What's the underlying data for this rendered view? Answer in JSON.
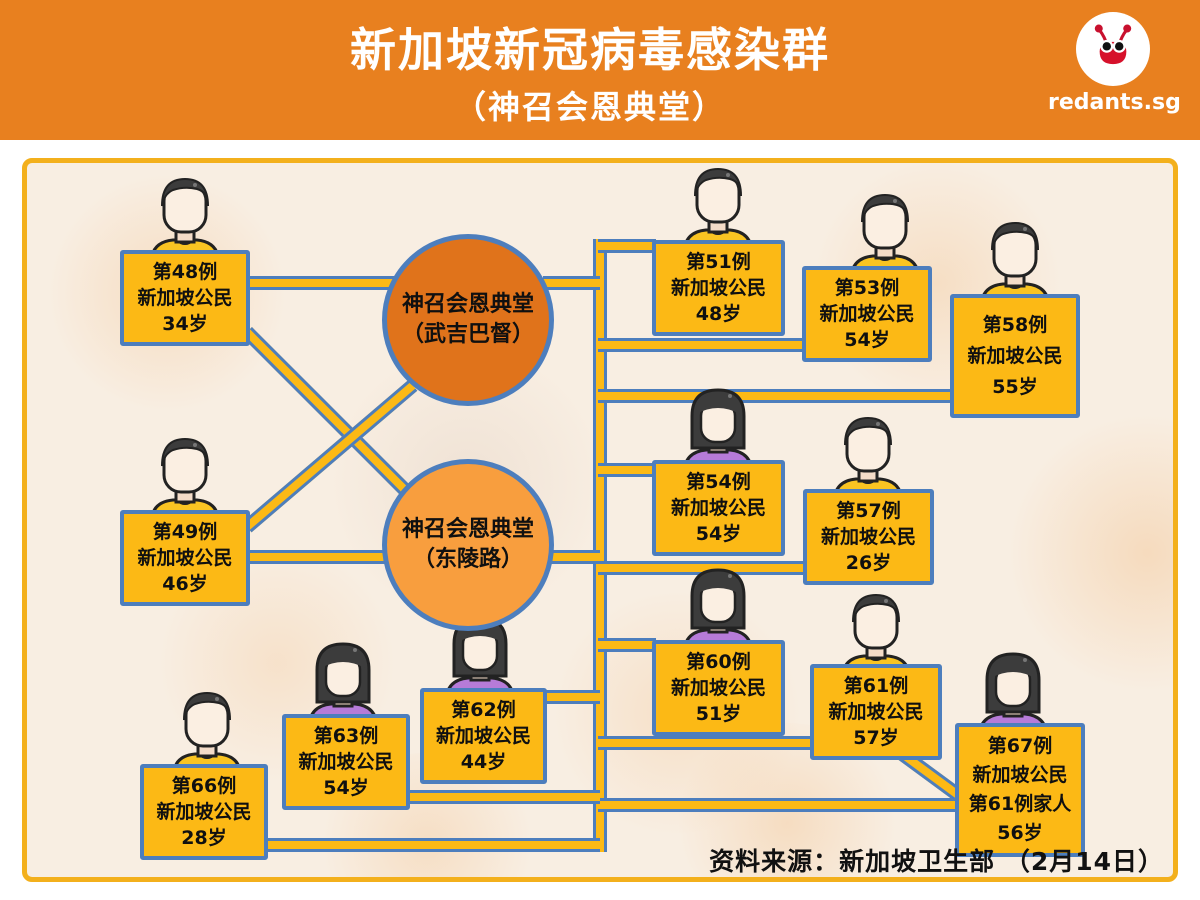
{
  "header": {
    "title": "新加坡新冠病毒感染群",
    "subtitle": "（神召会恩典堂）",
    "brand": "redants.sg"
  },
  "clusters": {
    "bukit": {
      "name": "神召会恩典堂",
      "branch": "（武吉巴督）"
    },
    "tanglin": {
      "name": "神召会恩典堂",
      "branch": "（东陵路）"
    }
  },
  "cases": {
    "c48": {
      "gender": "male",
      "lines": [
        "第48例",
        "新加坡公民",
        "34岁"
      ]
    },
    "c49": {
      "gender": "male",
      "lines": [
        "第49例",
        "新加坡公民",
        "46岁"
      ]
    },
    "c51": {
      "gender": "male",
      "lines": [
        "第51例",
        "新加坡公民",
        "48岁"
      ]
    },
    "c53": {
      "gender": "male",
      "lines": [
        "第53例",
        "新加坡公民",
        "54岁"
      ]
    },
    "c58": {
      "gender": "male",
      "lines": [
        "第58例",
        "新加坡公民",
        "55岁"
      ]
    },
    "c54": {
      "gender": "female",
      "lines": [
        "第54例",
        "新加坡公民",
        "54岁"
      ]
    },
    "c57": {
      "gender": "male",
      "lines": [
        "第57例",
        "新加坡公民",
        "26岁"
      ]
    },
    "c60": {
      "gender": "female",
      "lines": [
        "第60例",
        "新加坡公民",
        "51岁"
      ]
    },
    "c61": {
      "gender": "male",
      "lines": [
        "第61例",
        "新加坡公民",
        "57岁"
      ]
    },
    "c67": {
      "gender": "female",
      "lines": [
        "第67例",
        "新加坡公民",
        "第61例家人",
        "56岁"
      ]
    },
    "c62": {
      "gender": "female",
      "lines": [
        "第62例",
        "新加坡公民",
        "44岁"
      ]
    },
    "c63": {
      "gender": "female",
      "lines": [
        "第63例",
        "新加坡公民",
        "54岁"
      ]
    },
    "c66": {
      "gender": "male",
      "lines": [
        "第66例",
        "新加坡公民",
        "28岁"
      ]
    }
  },
  "footer": {
    "source": "资料来源：新加坡卫生部 （2月14日）"
  },
  "colors": {
    "header_bg": "#E8801F",
    "box_fill": "#FCB915",
    "box_border": "#4D7EBD",
    "circle_bukit_fill": "#E0731B",
    "circle_tanglin_fill": "#F89E3E",
    "frame_border": "#F3B01C",
    "canvas_bg": "#F8EEE2",
    "shirt_male": "#F9C422",
    "shirt_female": "#B67BD8",
    "ant_red": "#D6112B"
  }
}
